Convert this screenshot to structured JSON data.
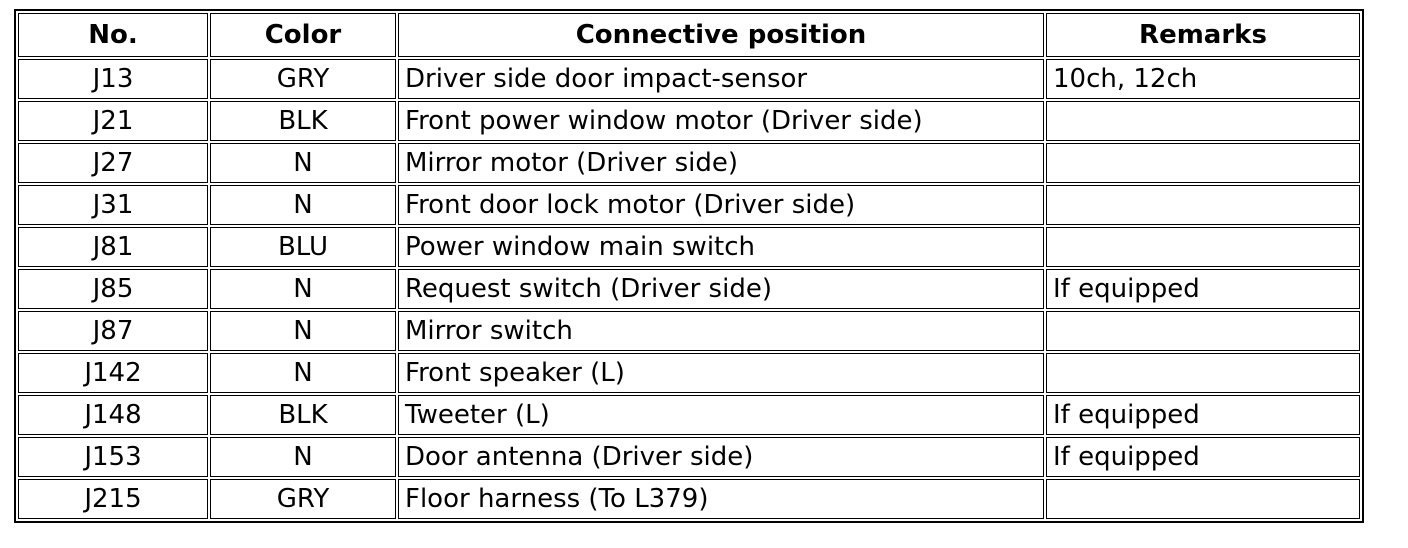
{
  "table": {
    "columns": [
      {
        "key": "no",
        "label": "No."
      },
      {
        "key": "color",
        "label": "Color"
      },
      {
        "key": "position",
        "label": "Connective position"
      },
      {
        "key": "remarks",
        "label": "Remarks"
      }
    ],
    "rows": [
      {
        "no": "J13",
        "color": "GRY",
        "position": "Driver side door impact-sensor",
        "remarks": "10ch, 12ch"
      },
      {
        "no": "J21",
        "color": "BLK",
        "position": "Front power window motor (Driver side)",
        "remarks": ""
      },
      {
        "no": "J27",
        "color": "N",
        "position": "Mirror motor (Driver side)",
        "remarks": ""
      },
      {
        "no": "J31",
        "color": "N",
        "position": "Front door lock motor (Driver side)",
        "remarks": ""
      },
      {
        "no": "J81",
        "color": "BLU",
        "position": "Power window main switch",
        "remarks": ""
      },
      {
        "no": "J85",
        "color": "N",
        "position": "Request switch (Driver side)",
        "remarks": "If equipped"
      },
      {
        "no": "J87",
        "color": "N",
        "position": "Mirror switch",
        "remarks": ""
      },
      {
        "no": "J142",
        "color": "N",
        "position": "Front speaker (L)",
        "remarks": ""
      },
      {
        "no": "J148",
        "color": "BLK",
        "position": "Tweeter (L)",
        "remarks": "If equipped"
      },
      {
        "no": "J153",
        "color": "N",
        "position": "Door antenna (Driver side)",
        "remarks": "If equipped"
      },
      {
        "no": "J215",
        "color": "GRY",
        "position": "Floor harness (To L379)",
        "remarks": ""
      }
    ]
  },
  "colors": {
    "border": "#000000",
    "text": "#000000",
    "background": "#ffffff"
  }
}
